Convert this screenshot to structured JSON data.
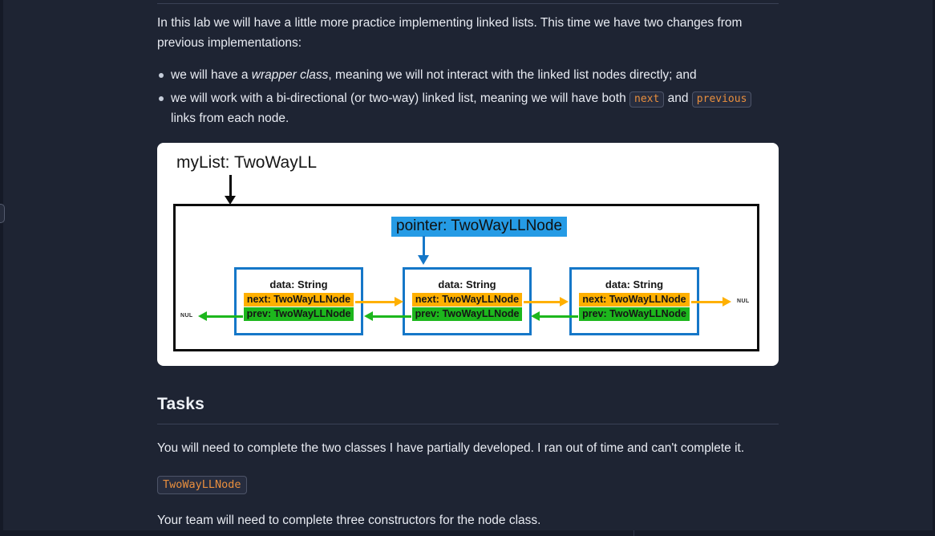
{
  "intro": {
    "paragraph": "In this lab we will have a little more practice implementing linked lists. This time we have two changes from previous implementations:",
    "bullet1": {
      "pre": "we will have a ",
      "italic": "wrapper class",
      "post": ", meaning we will not interact with the linked list nodes directly; and"
    },
    "bullet2": {
      "pre": "we will work with a bi-directional (or two-way) linked list, meaning we will have both ",
      "code1": "next",
      "mid": " and ",
      "code2": "previous",
      "post": " links from each node."
    }
  },
  "diagram": {
    "wrapper_label": "myList: TwoWayLL",
    "pointer_label": "pointer: TwoWayLLNode",
    "nul_left": "NUL",
    "nul_right": "NUL",
    "nodes": [
      {
        "data": "data: String",
        "next": "next: TwoWayLLNode",
        "prev": "prev: TwoWayLLNode"
      },
      {
        "data": "data: String",
        "next": "next: TwoWayLLNode",
        "prev": "prev: TwoWayLLNode"
      },
      {
        "data": "data: String",
        "next": "next: TwoWayLLNode",
        "prev": "prev: TwoWayLLNode"
      }
    ],
    "colors": {
      "node_border_blue": "#1577c8",
      "pointer_highlight_blue": "#259be5",
      "next_highlight_orange": "#ffb000",
      "prev_highlight_green": "#1db71d"
    }
  },
  "tasks": {
    "heading": "Tasks",
    "paragraph1": "You will need to complete the two classes I have partially developed. I ran out of time and can't complete it.",
    "class_tag": "TwoWayLLNode",
    "paragraph2": "Your team will need to complete three constructors for the node class."
  },
  "theme": {
    "background": "#1e2433",
    "text": "#e8ebf2",
    "code_text_orange": "#e98f3e"
  }
}
